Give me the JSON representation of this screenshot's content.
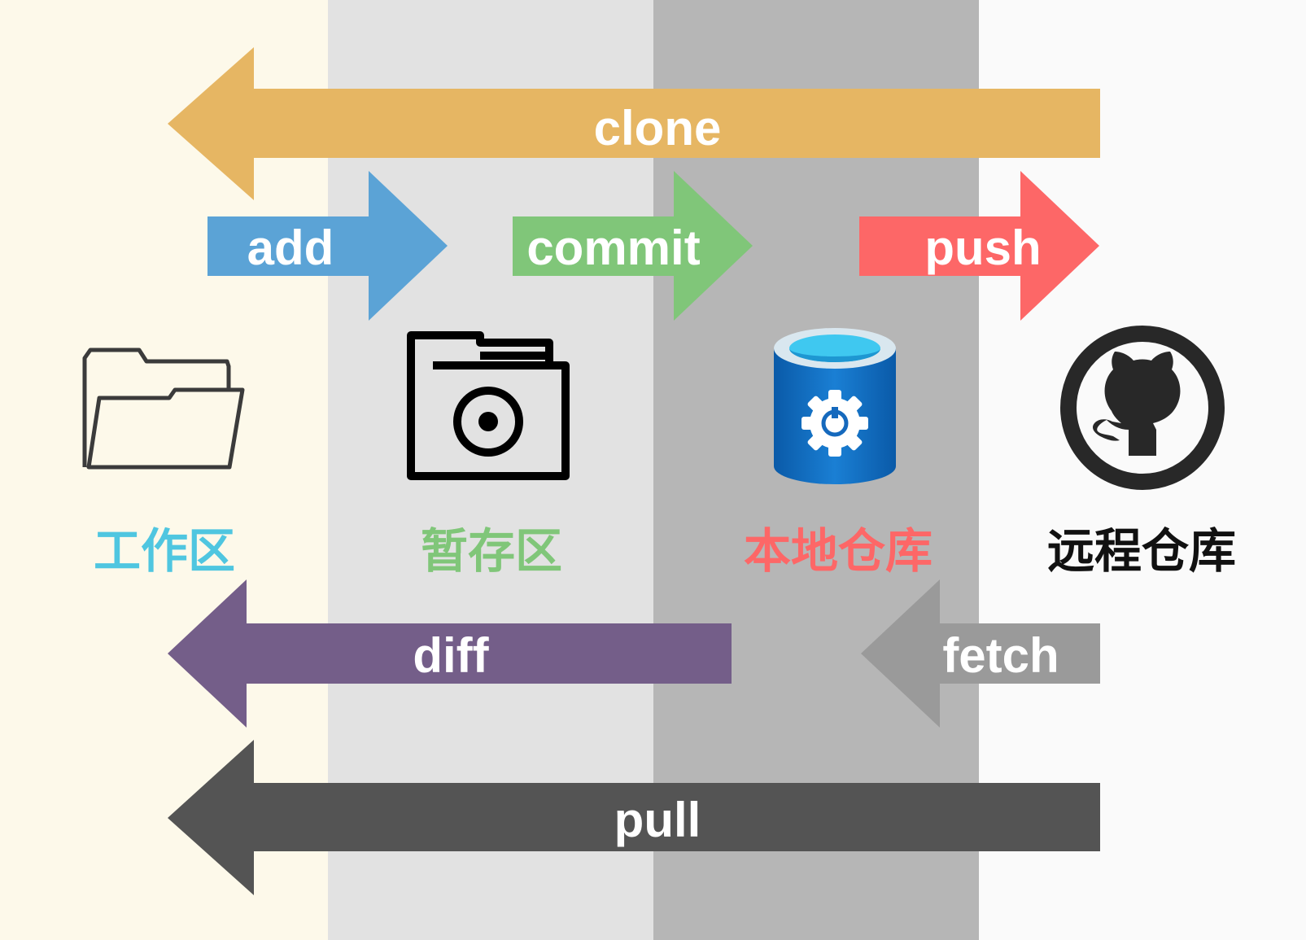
{
  "colors": {
    "zone_bg": [
      "#fdf9ea",
      "#e2e2e2",
      "#b6b6b6",
      "#fafafa"
    ],
    "clone": "#e6b663",
    "add": "#5ba3d6",
    "commit": "#80c679",
    "push": "#fd6767",
    "diff": "#745e89",
    "fetch": "#9a9a9a",
    "pull": "#545454",
    "working_label": "#4fc6e0",
    "staging_label": "#80c679",
    "local_label": "#fd6767",
    "remote_label": "#111111"
  },
  "zones": [
    {
      "label": "工作区",
      "icon": "open-folder-icon"
    },
    {
      "label": "暂存区",
      "icon": "camera-folder-icon"
    },
    {
      "label": "本地仓库",
      "icon": "database-gear-icon"
    },
    {
      "label": "远程仓库",
      "icon": "github-octocat-icon"
    }
  ],
  "arrows": {
    "clone": "clone",
    "add": "add",
    "commit": "commit",
    "push": "push",
    "diff": "diff",
    "fetch": "fetch",
    "pull": "pull"
  }
}
